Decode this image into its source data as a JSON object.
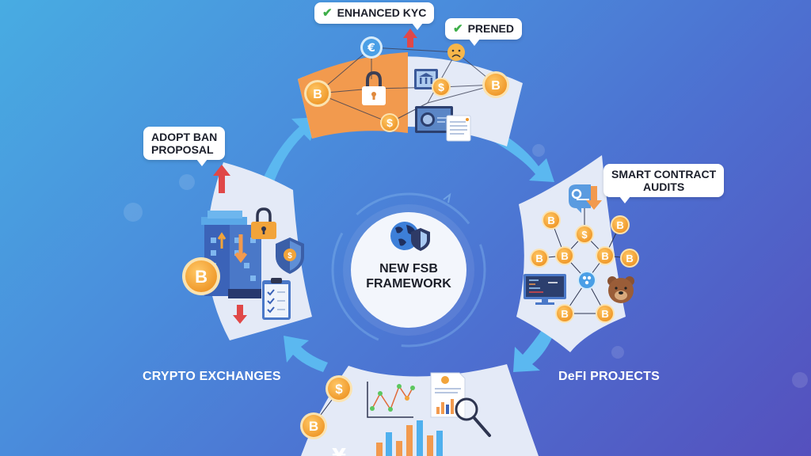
{
  "center": {
    "title_line1": "NEW FSB",
    "title_line2": "FRAMEWORK",
    "icons": [
      "globe-icon",
      "shield-icon"
    ]
  },
  "callouts": {
    "enhanced_kyc": "ENHANCED KYC",
    "prened": "PRENED",
    "adopt_ban_line1": "ADOPT BAN",
    "adopt_ban_line2": "PROPOSAL",
    "smart_contract_line1": "SMART CONTRACT",
    "smart_contract_line2": "AUDITS",
    "check_glyph": "✔"
  },
  "sections": {
    "top": {
      "name": "kyc-network",
      "icons": [
        "euro-coin-icon",
        "lock-icon",
        "bank-icon",
        "dollar-coin-icon",
        "bitcoin-icon",
        "vault-icon",
        "document-icon",
        "sad-face-icon",
        "up-arrow-icon"
      ]
    },
    "left": {
      "label": "CRYPTO EXCHANGES",
      "icons": [
        "building-icon",
        "lock-icon",
        "shield-coin-icon",
        "bitcoin-icon",
        "clipboard-checklist-icon",
        "up-arrow-icon",
        "down-arrow-icon"
      ]
    },
    "right": {
      "label": "DeFI PROJECTS",
      "icons": [
        "key-icon",
        "bitcoin-icon",
        "dollar-coin-icon",
        "ripple-icon",
        "monitor-code-icon",
        "bear-icon"
      ]
    },
    "bottom": {
      "name": "analytics",
      "icons": [
        "dollar-coin-icon",
        "bitcoin-icon",
        "yen-icon",
        "line-chart-icon",
        "bar-chart-icon",
        "report-document-icon",
        "magnifier-icon"
      ]
    }
  },
  "glyphs": {
    "bitcoin": "B",
    "dollar": "$",
    "euro": "€",
    "yen": "¥"
  },
  "colors": {
    "bg_top_left": "#48ace2",
    "bg_bottom_right": "#5550bd",
    "panel": "#e4eaf7",
    "orange_panel": "#f29a4e",
    "coin": "#f2a43a",
    "cycle_arrow": "#5bb8f0",
    "red_arrow": "#e04848",
    "check": "#3dae49"
  }
}
